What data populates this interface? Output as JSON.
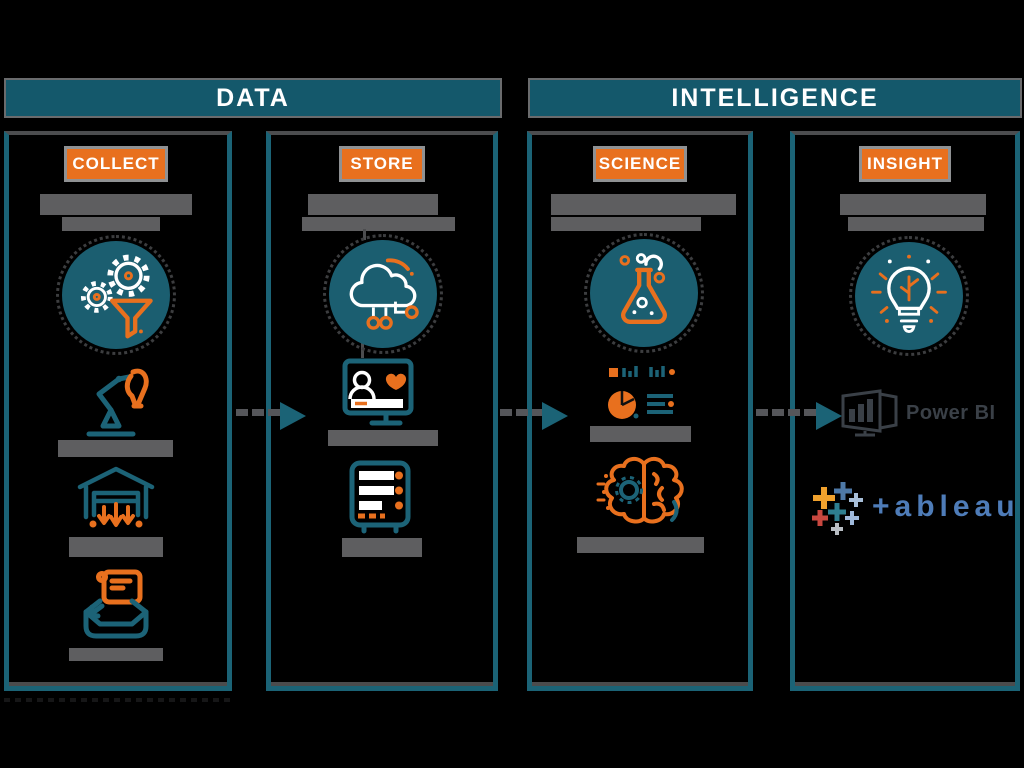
{
  "diagram": {
    "groups": [
      {
        "title": "DATA",
        "columns": [
          {
            "badge": "COLLECT",
            "circle_icon": "gears-funnel-icon",
            "items": [
              {
                "icon": "robot-arm-icon"
              },
              {
                "icon": "warehouse-icon"
              },
              {
                "icon": "inbox-tray-icon"
              }
            ]
          },
          {
            "badge": "STORE",
            "circle_icon": "cloud-network-icon",
            "items": [
              {
                "icon": "monitor-profile-icon"
              },
              {
                "icon": "server-rack-icon"
              }
            ]
          }
        ]
      },
      {
        "title": "INTELLIGENCE",
        "columns": [
          {
            "badge": "SCIENCE",
            "circle_icon": "science-flask-icon",
            "items": [
              {
                "icon": "charts-dashboard-icon"
              },
              {
                "icon": "brain-gear-icon"
              }
            ]
          },
          {
            "badge": "INSIGHT",
            "circle_icon": "lightbulb-icon",
            "logos": {
              "power_bi": "Power BI",
              "tableau_wordmark": "+ableau"
            }
          }
        ]
      }
    ],
    "colors": {
      "teal_fill": "#14586B",
      "teal_border": "#1B6376",
      "circle_teal": "#1B5E70",
      "orange": "#E8701E",
      "redacted_text_gray": "#5E5E60",
      "frame_gray": "#4C4D4F",
      "powerbi_gray": "#3A4047",
      "tableau_blue": "#4E7CB8"
    }
  }
}
